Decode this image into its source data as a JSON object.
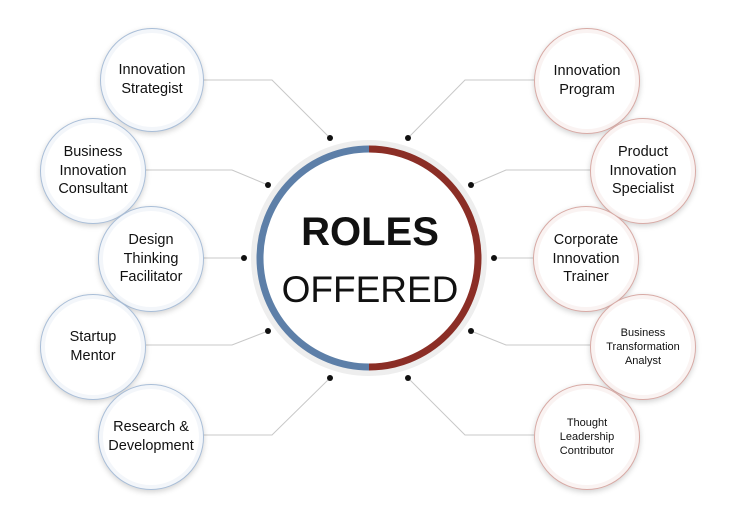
{
  "center": {
    "title": "ROLES",
    "subtitle": "OFFERED"
  },
  "colors": {
    "left_accent": "#5d7fa8",
    "right_accent": "#8b2e26",
    "left_border": "#a9bed8",
    "right_border": "#d8aaa5",
    "connector": "#c8c8c8",
    "dot": "#111111"
  },
  "roles": {
    "left": [
      "Innovation\nStrategist",
      "Business\nInnovation\nConsultant",
      "Design\nThinking\nFacilitator",
      "Startup\nMentor",
      "Research &\nDevelopment"
    ],
    "right": [
      "Innovation\nProgram",
      "Product\nInnovation\nSpecialist",
      "Corporate\nInnovation\nTrainer",
      "Business\nTransformation\nAnalyst",
      "Thought\nLeadership\nContributor"
    ]
  }
}
